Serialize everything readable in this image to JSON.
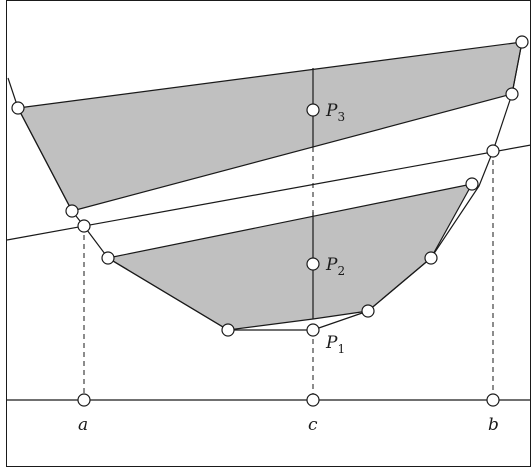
{
  "labels": {
    "a": "a",
    "b": "b",
    "c": "c",
    "p1": {
      "base": "P",
      "sub": "1"
    },
    "p2": {
      "base": "P",
      "sub": "2"
    },
    "p3": {
      "base": "P",
      "sub": "3"
    }
  },
  "colors": {
    "stroke": "#1a1a1a",
    "fill": "#c0c0c0",
    "node_fill": "#ffffff"
  }
}
